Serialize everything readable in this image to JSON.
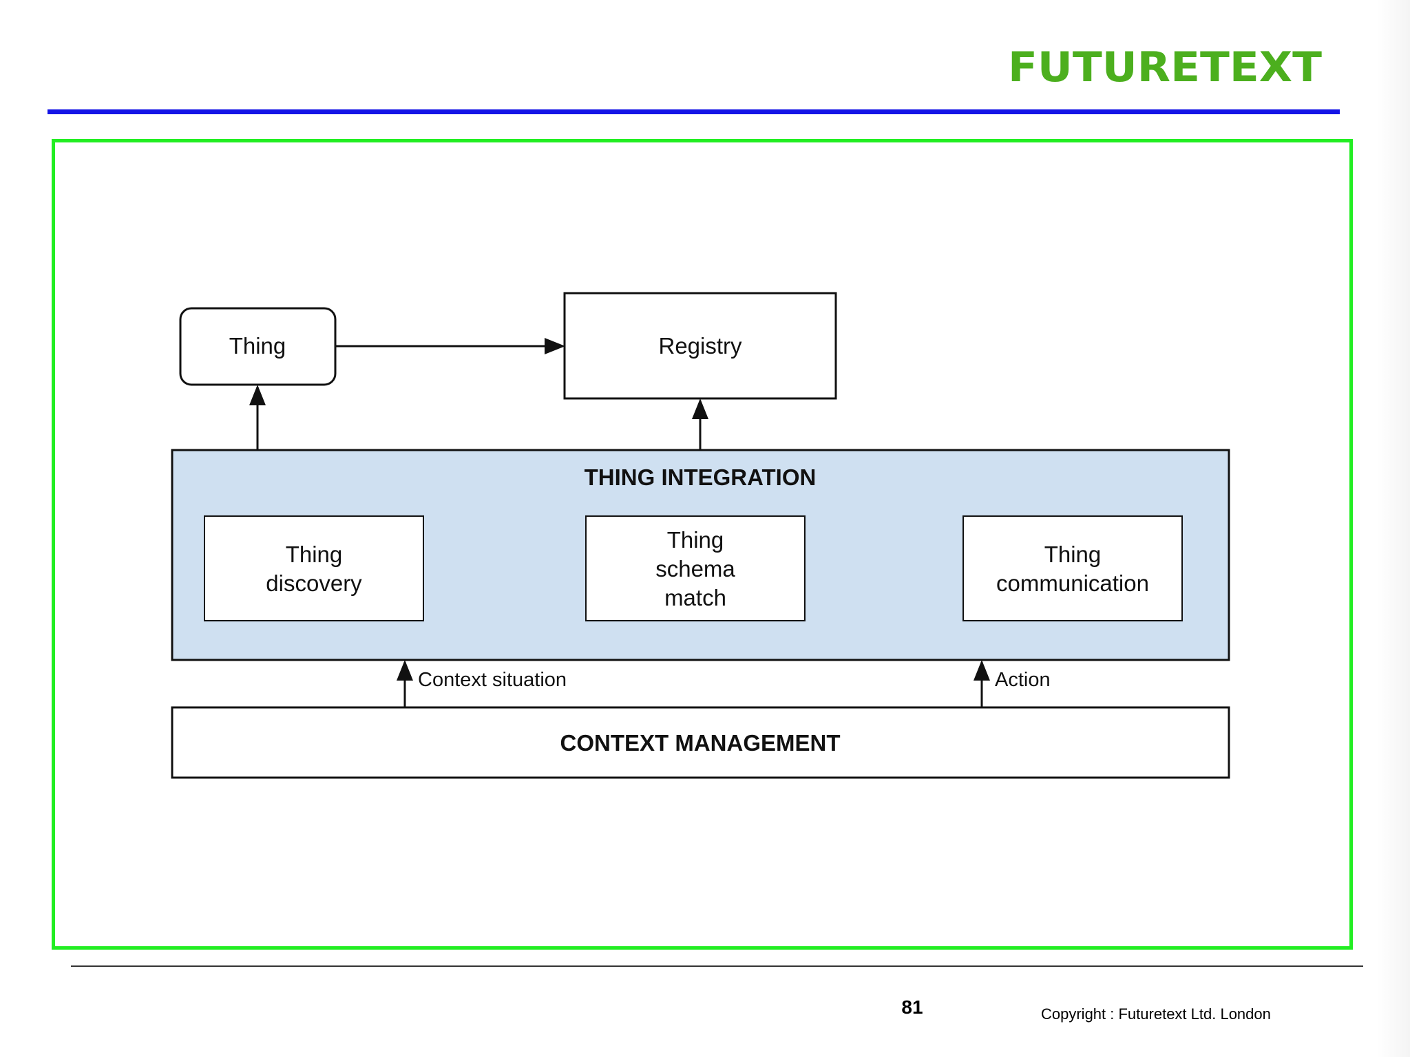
{
  "header": {
    "logo_text": "FUTURETEXT",
    "logo_color": "#4caf1e",
    "rule_color": "#1414e6"
  },
  "frame": {
    "border_color": "#22ee22"
  },
  "diagram": {
    "nodes": {
      "thing": "Thing",
      "registry": "Registry",
      "thing_integration": "THING INTEGRATION",
      "thing_discovery": [
        "Thing",
        "discovery"
      ],
      "thing_schema_match": [
        "Thing",
        "schema",
        "match"
      ],
      "thing_communication": [
        "Thing",
        "communication"
      ],
      "context_management": "CONTEXT MANAGEMENT"
    },
    "edges": {
      "context_situation": "Context situation",
      "action": "Action"
    },
    "integration_fill": "#cfe0f1"
  },
  "footer": {
    "page_number": "81",
    "copyright": "Copyright : Futuretext Ltd. London"
  }
}
